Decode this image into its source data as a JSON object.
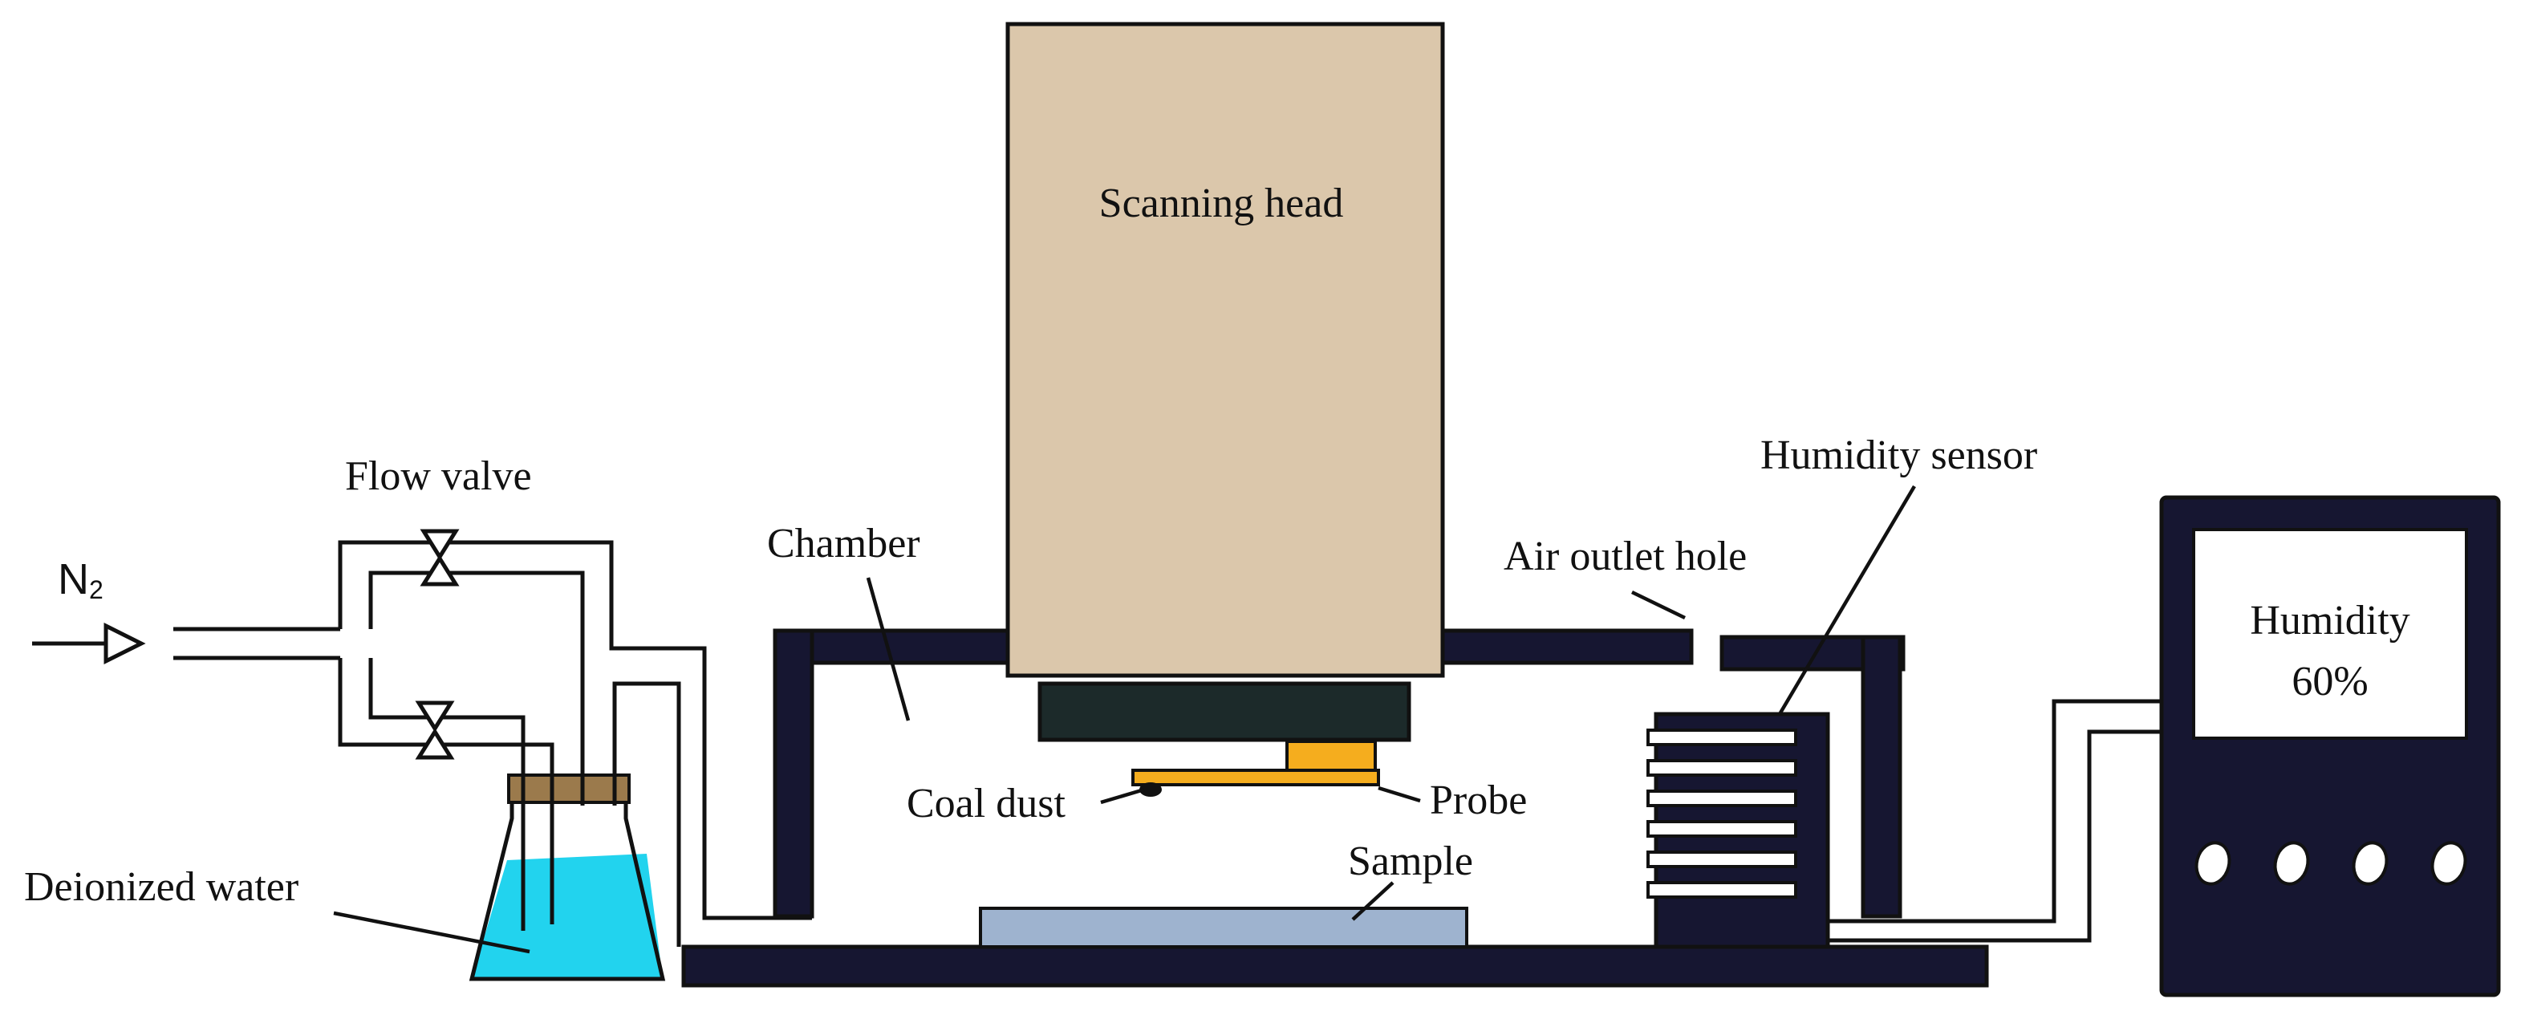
{
  "labels": {
    "scanning_head": "Scanning head",
    "flow_valve": "Flow valve",
    "n2_main": "N",
    "n2_sub": "2",
    "chamber": "Chamber",
    "air_outlet_hole": "Air outlet hole",
    "humidity_sensor": "Humidity sensor",
    "coal_dust": "Coal dust",
    "probe": "Probe",
    "sample": "Sample",
    "deionized_water": "Deionized water"
  },
  "display": {
    "title": "Humidity",
    "value": "60%"
  },
  "colors": {
    "scanning_head": "#dbc7ab",
    "head_base": "#1c2a2a",
    "probe": "#f5ad1e",
    "sample": "#9eb3cf",
    "water": "#22d3ee",
    "stopper": "#9b7a4c",
    "chamber_frame": "#161631",
    "meter_body": "#161631",
    "line": "#111111"
  }
}
